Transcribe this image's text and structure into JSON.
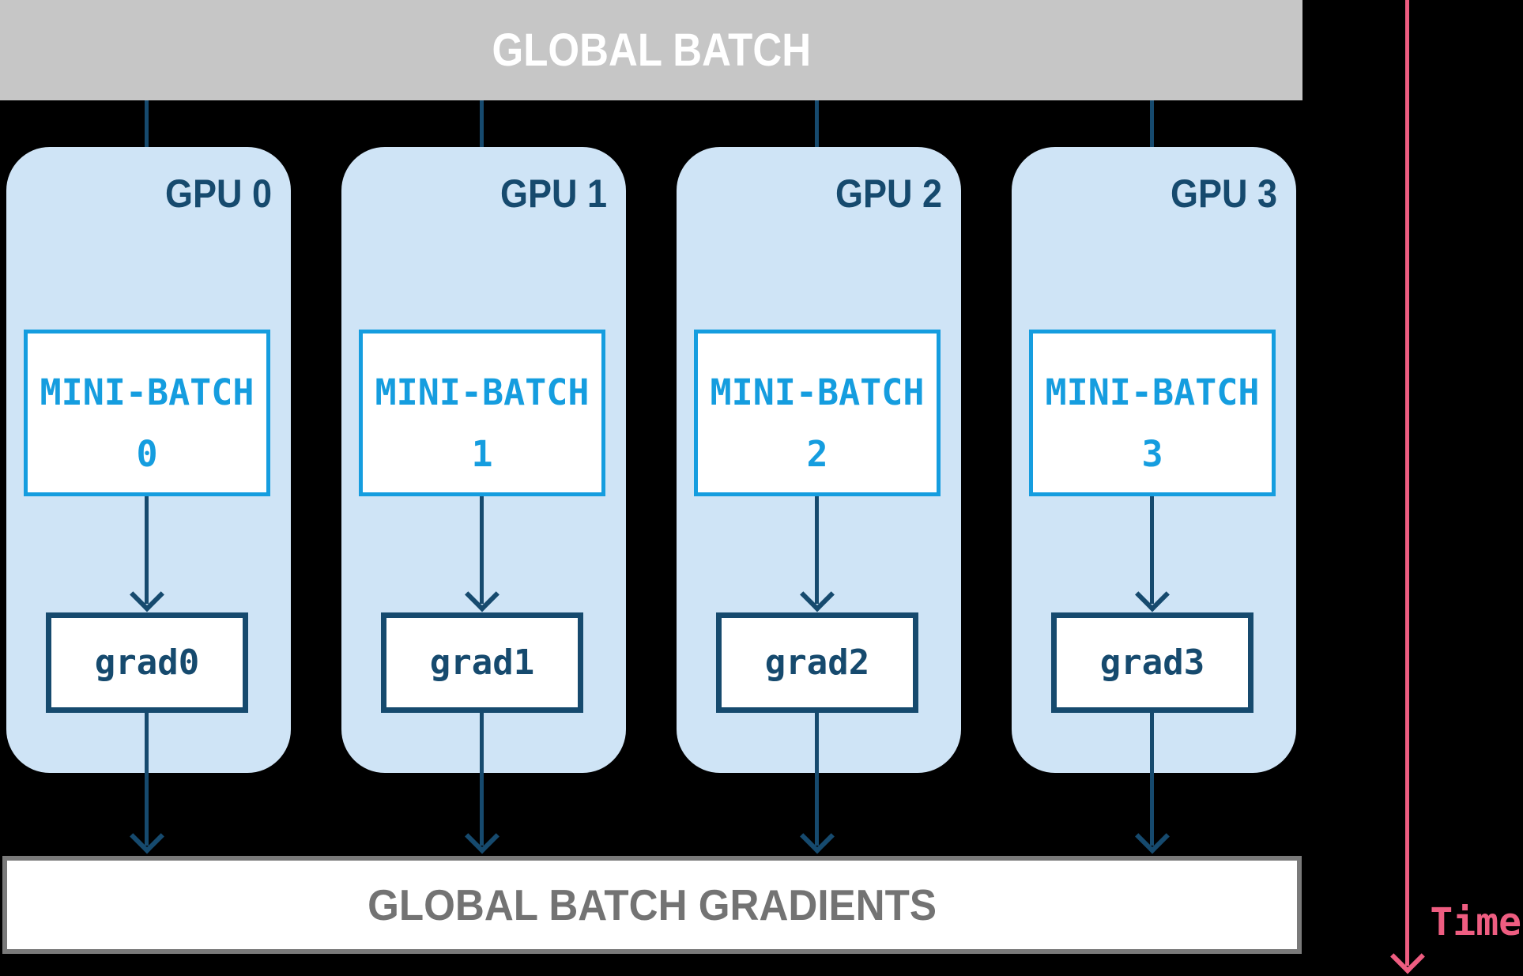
{
  "header": {
    "title": "GLOBAL BATCH"
  },
  "footer": {
    "title": "GLOBAL BATCH GRADIENTS"
  },
  "time_axis": {
    "label": "Time"
  },
  "gpus": [
    {
      "label": "GPU 0",
      "minibatch": {
        "line1": "MINI-BATCH",
        "line2": "0"
      },
      "grad": "grad0"
    },
    {
      "label": "GPU 1",
      "minibatch": {
        "line1": "MINI-BATCH",
        "line2": "1"
      },
      "grad": "grad1"
    },
    {
      "label": "GPU 2",
      "minibatch": {
        "line1": "MINI-BATCH",
        "line2": "2"
      },
      "grad": "grad2"
    },
    {
      "label": "GPU 3",
      "minibatch": {
        "line1": "MINI-BATCH",
        "line2": "3"
      },
      "grad": "grad3"
    }
  ],
  "colors": {
    "background": "#000000",
    "header-bg": "#c6c6c6",
    "header-text": "#ffffff",
    "panel-bg": "#cfe4f6",
    "navy": "#164a6e",
    "blue": "#159ddf",
    "box-bg": "#ffffff",
    "footer-border": "#7a7a7a",
    "footer-text": "#737373",
    "pink": "#ee5d81"
  }
}
